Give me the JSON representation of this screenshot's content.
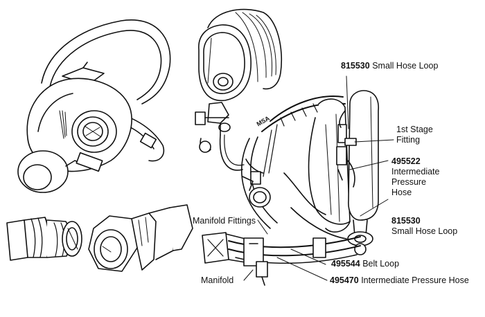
{
  "labels": {
    "small_hose_loop_top": {
      "part": "815530",
      "name": "Small Hose Loop"
    },
    "first_stage": {
      "line1": "1st Stage",
      "line2": "Fitting"
    },
    "intermediate_hose": {
      "part": "495522",
      "line1": "Intermediate",
      "line2": "Pressure",
      "line3": "Hose"
    },
    "small_hose_loop_bottom": {
      "part": "815530",
      "name": "Small Hose Loop"
    },
    "manifold_fittings": "Manifold Fittings",
    "belt_loop": {
      "part": "495544",
      "name": "Belt Loop"
    },
    "manifold": "Manifold",
    "intermediate_pressure_hose": {
      "part": "495470",
      "name": "Intermediate Pressure Hose"
    }
  },
  "mask_brand_text": "MSA"
}
